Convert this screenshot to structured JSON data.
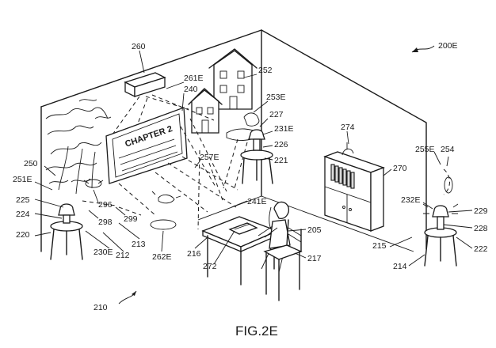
{
  "figure_caption": "FIG.2E",
  "screen_text": "CHAPTER 2",
  "refs": {
    "r200E": "200E",
    "r260": "260",
    "r261E": "261E",
    "r240": "240",
    "r252": "252",
    "r253E": "253E",
    "r227": "227",
    "r231E": "231E",
    "r226": "226",
    "r221": "221",
    "r274": "274",
    "r270": "270",
    "r255E": "255E",
    "r254": "254",
    "r257E": "257E",
    "r250": "250",
    "r251E": "251E",
    "r225": "225",
    "r224": "224",
    "r220": "220",
    "r296": "296",
    "r298": "298",
    "r299": "299",
    "r230E": "230E",
    "r212": "212",
    "r213": "213",
    "r262E": "262E",
    "r216": "216",
    "r241E": "241E",
    "r205": "205",
    "r272": "272",
    "r217": "217",
    "r232E": "232E",
    "r229": "229",
    "r228": "228",
    "r222": "222",
    "r215": "215",
    "r214": "214",
    "r210": "210"
  }
}
